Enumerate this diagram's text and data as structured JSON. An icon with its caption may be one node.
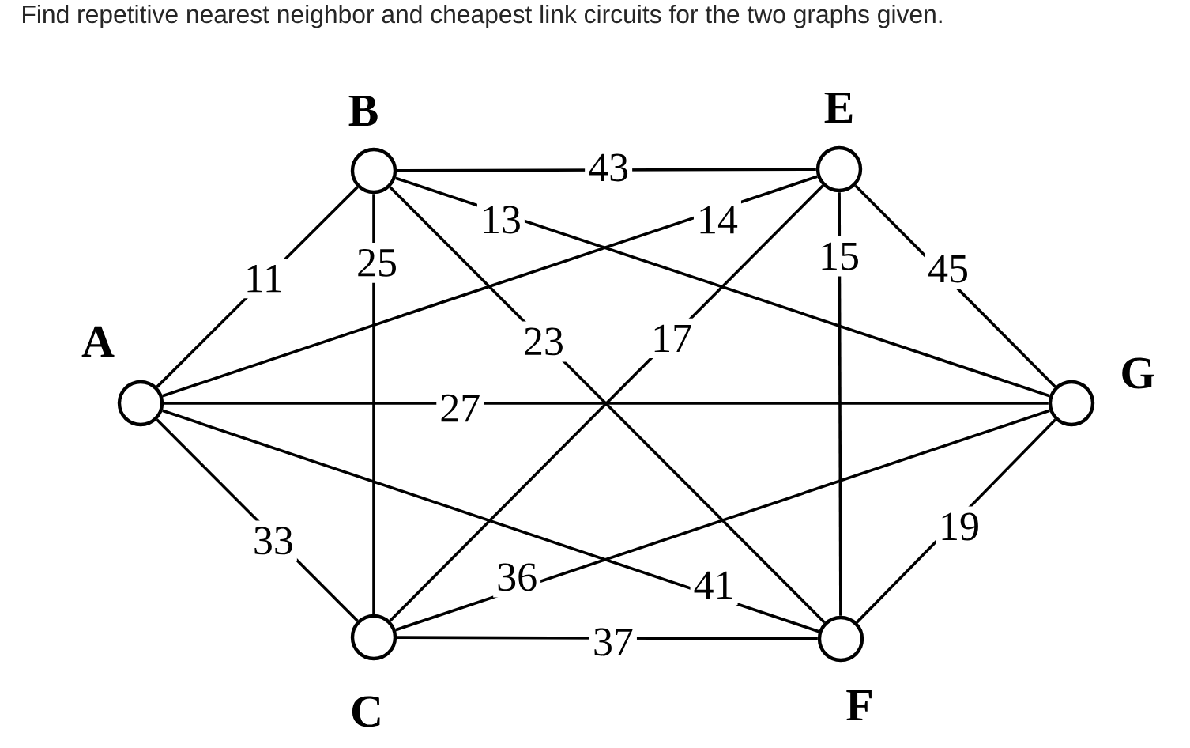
{
  "diagram": {
    "title": "Find repetitive nearest neighbor and cheapest link circuits for the two graphs given.",
    "nodes": [
      {
        "text": [
          "B"
        ]
      },
      {
        "text": [
          "E"
        ]
      },
      {
        "text": [
          "A"
        ]
      },
      {
        "text": [
          "G"
        ]
      },
      {
        "text": [
          "C"
        ]
      },
      {
        "text": [
          "F"
        ]
      }
    ],
    "edges": [
      {
        "from": 2,
        "to": 0,
        "arrow": "none",
        "label": "11"
      },
      {
        "from": 0,
        "to": 1,
        "arrow": "none",
        "label": "43"
      },
      {
        "from": 0,
        "to": 3,
        "arrow": "none",
        "label": "13"
      },
      {
        "from": 0,
        "to": 4,
        "arrow": "none",
        "label": "25"
      },
      {
        "from": 0,
        "to": 5,
        "arrow": "none",
        "label": "23"
      },
      {
        "from": 2,
        "to": 1,
        "arrow": "none",
        "label": "14"
      },
      {
        "from": 1,
        "to": 5,
        "arrow": "none",
        "label": "15"
      },
      {
        "from": 1,
        "to": 3,
        "arrow": "none",
        "label": "45"
      },
      {
        "from": 4,
        "to": 1,
        "arrow": "none",
        "label": "17"
      },
      {
        "from": 2,
        "to": 3,
        "arrow": "none",
        "label": "27"
      },
      {
        "from": 2,
        "to": 4,
        "arrow": "none",
        "label": "33"
      },
      {
        "from": 2,
        "to": 5,
        "arrow": "none",
        "label": "41"
      },
      {
        "from": 4,
        "to": 3,
        "arrow": "none",
        "label": "36"
      },
      {
        "from": 5,
        "to": 3,
        "arrow": "none",
        "label": "19"
      },
      {
        "from": 4,
        "to": 5,
        "arrow": "none",
        "label": "37"
      }
    ]
  }
}
